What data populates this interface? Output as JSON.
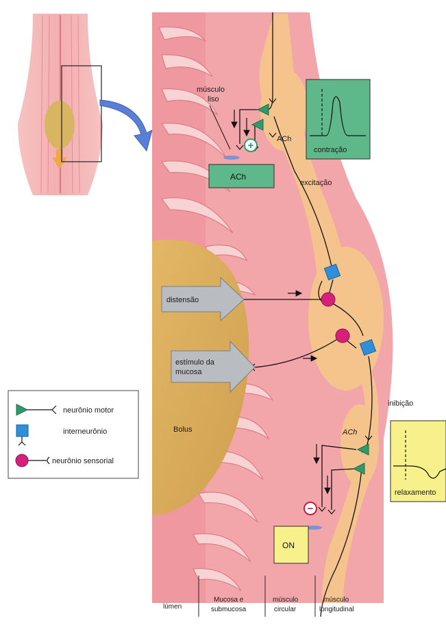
{
  "colors": {
    "tissue": "#f2a5a8",
    "tissue_dark": "#e0838c",
    "plexus": "#f4c68f",
    "bolus": "#d9ab5c",
    "green_box": "#5fb88a",
    "yellow_box": "#f8f08a",
    "motor": "#2f9a6a",
    "inter": "#2f8fd8",
    "sensory": "#d6207a",
    "arrow_blue": "#5a7fd6",
    "arrow_grey": "#b9bcc0"
  },
  "labels": {
    "musculo_liso_1": "músculo",
    "musculo_liso_2": "liso",
    "ach_upper": "ACh",
    "ach_box": "ACh",
    "contracao": "contração",
    "excitacao": "excitação",
    "distensao": "distensão",
    "estimulo_1": "estímulo da",
    "estimulo_2": "mucosa",
    "bolus": "Bolus",
    "inibicao": "inibição",
    "ach_lower": "ACh",
    "relaxamento": "relaxamento",
    "on_box": "ON",
    "plus": "+",
    "minus": "−"
  },
  "legend": {
    "motor": "neurônio motor",
    "inter": "interneurônio",
    "sensory": "neurônio sensorial"
  },
  "layers": {
    "lumen": "lúmen",
    "mucosa_1": "Mucosa e",
    "mucosa_2": "submucosa",
    "circular_1": "músculo",
    "circular_2": "circular",
    "longitudinal_1": "músculo",
    "longitudinal_2": "longitudinal"
  }
}
